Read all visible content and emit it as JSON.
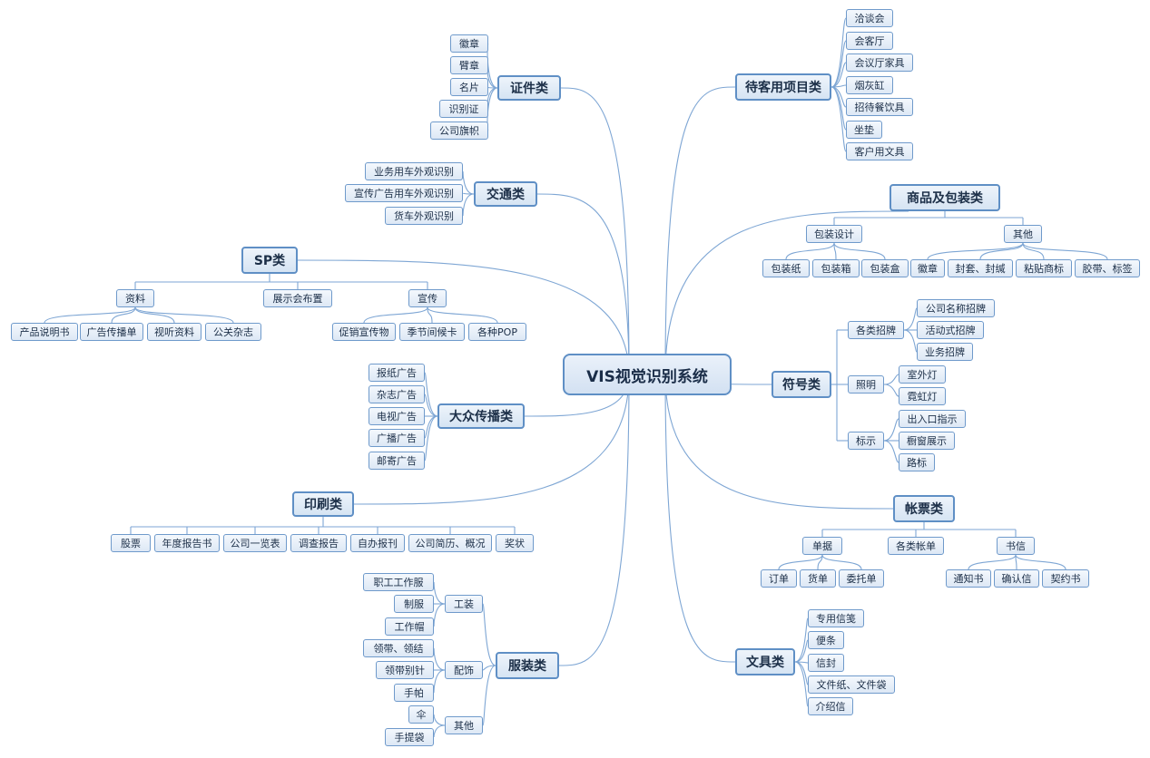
{
  "root": "VIS视觉识别系统",
  "branches": {
    "zhengjian": {
      "label": "证件类",
      "items": [
        "徽章",
        "臂章",
        "名片",
        "识别证",
        "公司旗帜"
      ]
    },
    "jiaotong": {
      "label": "交通类",
      "items": [
        "业务用车外观识别",
        "宣传广告用车外观识别",
        "货车外观识别"
      ]
    },
    "sp": {
      "label": "SP类",
      "groups": [
        {
          "label": "资料",
          "items": [
            "产品说明书",
            "广告传播单",
            "视听资料",
            "公关杂志"
          ]
        },
        {
          "label": "展示会布置",
          "items": []
        },
        {
          "label": "宣传",
          "items": [
            "促销宣传物",
            "季节间候卡",
            "各种POP"
          ]
        }
      ]
    },
    "dazhong": {
      "label": "大众传播类",
      "items": [
        "报纸广告",
        "杂志广告",
        "电视广告",
        "广播广告",
        "邮寄广告"
      ]
    },
    "yinshua": {
      "label": "印刷类",
      "items": [
        "股票",
        "年度报告书",
        "公司一览表",
        "调查报告",
        "自办报刊",
        "公司简历、概况",
        "奖状"
      ]
    },
    "fuzhuang": {
      "label": "服装类",
      "groups": [
        {
          "label": "工装",
          "items": [
            "职工工作服",
            "制服",
            "工作帽"
          ]
        },
        {
          "label": "配饰",
          "items": [
            "领带、领结",
            "领带别针",
            "手帕"
          ]
        },
        {
          "label": "其他",
          "items": [
            "伞",
            "手提袋"
          ]
        }
      ]
    },
    "daike": {
      "label": "待客用项目类",
      "items": [
        "洽谈会",
        "会客厅",
        "会议厅家具",
        "烟灰缸",
        "招待餐饮具",
        "坐垫",
        "客户用文具"
      ]
    },
    "shangpin": {
      "label": "商品及包装类",
      "groups": [
        {
          "label": "包装设计",
          "items": [
            "包装纸",
            "包装箱",
            "包装盒"
          ]
        },
        {
          "label": "其他",
          "items": [
            "徽章",
            "封套、封缄",
            "粘贴商标",
            "胶带、标签"
          ]
        }
      ]
    },
    "fuhao": {
      "label": "符号类",
      "groups": [
        {
          "label": "各类招牌",
          "items": [
            "公司名称招牌",
            "活动式招牌",
            "业务招牌"
          ]
        },
        {
          "label": "照明",
          "items": [
            "室外灯",
            "霓虹灯"
          ]
        },
        {
          "label": "标示",
          "items": [
            "出入口指示",
            "橱窗展示",
            "路标"
          ]
        }
      ]
    },
    "zhangpiao": {
      "label": "帐票类",
      "groups": [
        {
          "label": "单据",
          "items": [
            "订单",
            "货单",
            "委托单"
          ]
        },
        {
          "label": "各类帐单",
          "items": []
        },
        {
          "label": "书信",
          "items": [
            "通知书",
            "确认信",
            "契约书"
          ]
        }
      ]
    },
    "wenju": {
      "label": "文具类",
      "items": [
        "专用信笺",
        "便条",
        "信封",
        "文件纸、文件袋",
        "介绍信"
      ]
    }
  },
  "colors": {
    "line": "#7ea6d4",
    "border": "#6f9acb",
    "fill_top": "#f4f8fd",
    "fill_bottom": "#dde8f5",
    "text": "#1c2f48"
  }
}
